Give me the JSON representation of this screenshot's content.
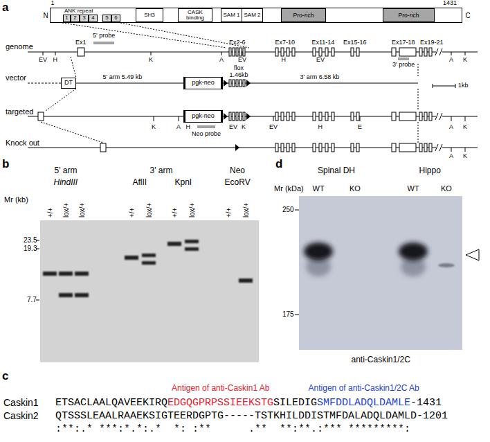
{
  "diagram": {
    "nodes": [
      {
        "text": [
          "ANK repeat"
        ]
      },
      {
        "text": [
          "1"
        ],
        "in": 0
      },
      {
        "text": [
          "2"
        ],
        "in": 0
      },
      {
        "text": [
          "3"
        ],
        "in": 0
      },
      {
        "text": [
          "4"
        ],
        "in": 0
      },
      {
        "text": [
          "5"
        ],
        "in": 0
      },
      {
        "text": [
          "6"
        ],
        "in": 0
      },
      {
        "text": [
          "SH3"
        ],
        "in": 0
      },
      {
        "text": [
          "CASK binding"
        ],
        "in": 0
      },
      {
        "text": [
          "SAM 1"
        ],
        "in": 0
      },
      {
        "text": [
          "SAM 2"
        ],
        "in": 0
      },
      {
        "text": [
          "Pro-rich"
        ],
        "in": 0
      },
      {
        "text": [
          "Pro-rich"
        ],
        "in": 0
      },
      {
        "text": [
          "DT"
        ]
      },
      {
        "text": [
          "pgk-neo"
        ]
      },
      {
        "text": [
          "pgk-neo"
        ]
      }
    ],
    "labels": [
      "a",
      "1",
      "N",
      "1431",
      "C",
      "genome",
      "Ex1",
      "5' probe",
      "Ex2-6",
      "Ex7-10",
      "Ex11-14",
      "Ex15-16",
      "Ex17-18",
      "Ex19-21",
      "EV",
      "H",
      "K",
      "A",
      "EV",
      "H",
      "EV",
      "3' probe",
      "A",
      "K",
      "vector",
      "5' arm 5.49 kb",
      "flox 1.46kb",
      "3' arm 6.58 kb",
      "1kb",
      "targeted",
      "K",
      "A",
      "H",
      "Neo probe",
      "EV",
      "K",
      "EV",
      "H",
      "E",
      "A",
      "K",
      "Knock out",
      "A",
      "K",
      "b",
      "5' arm",
      "3' arm",
      "Neo",
      "HindIII",
      "AflII",
      "KpnI",
      "EcoRV",
      "Mr (kb)",
      "+/+",
      "lox/+",
      "lox/+",
      "+/+",
      "lox/+",
      "+/+",
      "lox/+",
      "+/+",
      "lox/+",
      "23.5",
      "19.3",
      "7.7",
      "d",
      "Spinal DH",
      "Hippo",
      "Mr (kDa)",
      "WT",
      "KO",
      "WT",
      "KO",
      "250",
      "175",
      "anti-Caskin1/2C",
      "c",
      "Antigen of anti-Caskin1 Ab",
      "Antigen of anti-Caskin1/2C Ab",
      "Caskin1",
      "ETSACLAALQAVEEKIRQ",
      "EDGQGPRPSSIEEKSTG",
      "SILEDIG",
      "SMFDDLADQLDAMLE",
      "-1431",
      "Caskin2",
      "QTSSSLEAALRAAEKSIGTEERDGPTG-----TSTKHILDDISTMFDALADQLDAMLD-1201",
      ":**:.* ***:*.*:.*  *: :**      .**  **:**.:*** *********:"
    ]
  }
}
